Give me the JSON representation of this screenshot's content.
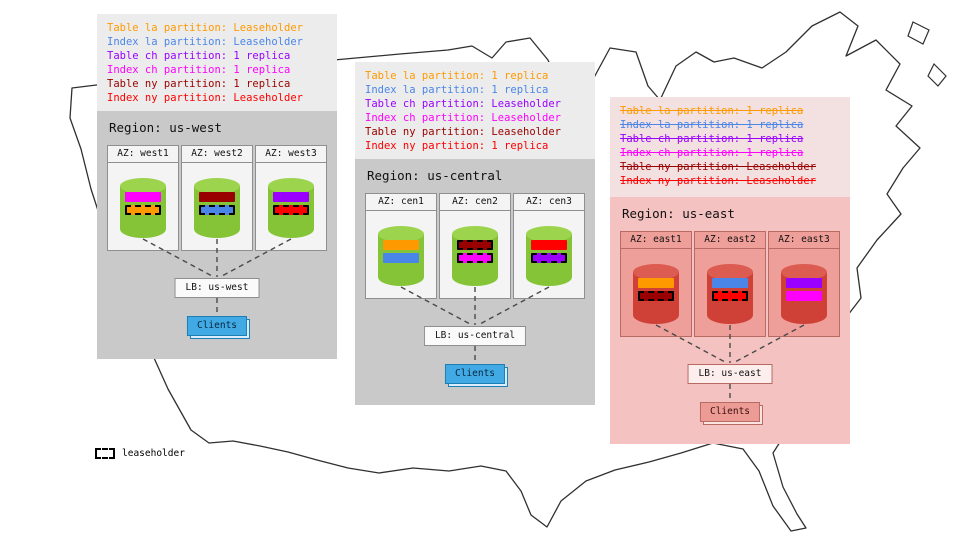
{
  "legend": {
    "label": "leaseholder"
  },
  "colors": {
    "orange": "#ff9900",
    "blue": "#4a86e8",
    "purple": "#9900ff",
    "magenta": "#ff00ff",
    "dark_red": "#990000",
    "red": "#ff0000",
    "gray_region_bg": "#c9c9c9",
    "pink_region_bg": "#f5c2c2",
    "green_cylinder": "#85c436",
    "red_cylinder": "#cf4037",
    "clients_blue": "#41aae4",
    "clients_pink": "#ec9b95"
  },
  "regions": [
    {
      "title": "Region: us-west",
      "annotation": {
        "strikethrough": false,
        "lines": [
          {
            "text": "Table la partition: Leaseholder",
            "color": "#ff9900"
          },
          {
            "text": "Index la partition: Leaseholder",
            "color": "#4a86e8"
          },
          {
            "text": "Table ch partition: 1 replica",
            "color": "#9900ff"
          },
          {
            "text": "Index ch partition: 1 replica",
            "color": "#ff00ff"
          },
          {
            "text": "Table ny partition: 1 replica",
            "color": "#990000"
          },
          {
            "text": "Index ny partition: Leaseholder",
            "color": "#ff0000"
          }
        ]
      },
      "azs": [
        {
          "label": "AZ: west1",
          "bars": [
            {
              "color": "#ff00ff",
              "leaseholder": false
            },
            {
              "color": "#ff9900",
              "leaseholder": true
            }
          ]
        },
        {
          "label": "AZ: west2",
          "bars": [
            {
              "color": "#990000",
              "leaseholder": false
            },
            {
              "color": "#4a86e8",
              "leaseholder": true
            }
          ]
        },
        {
          "label": "AZ: west3",
          "bars": [
            {
              "color": "#9900ff",
              "leaseholder": false
            },
            {
              "color": "#ff0000",
              "leaseholder": true
            }
          ]
        }
      ],
      "lb": "LB: us-west",
      "clients": "Clients"
    },
    {
      "title": "Region: us-central",
      "annotation": {
        "strikethrough": false,
        "lines": [
          {
            "text": "Table la partition: 1 replica",
            "color": "#ff9900"
          },
          {
            "text": "Index la partition: 1 replica",
            "color": "#4a86e8"
          },
          {
            "text": "Table ch partition: Leaseholder",
            "color": "#9900ff"
          },
          {
            "text": "Index ch partition: Leaseholder",
            "color": "#ff00ff"
          },
          {
            "text": "Table ny partition: Leaseholder",
            "color": "#990000"
          },
          {
            "text": "Index ny partition: 1 replica",
            "color": "#ff0000"
          }
        ]
      },
      "azs": [
        {
          "label": "AZ: cen1",
          "bars": [
            {
              "color": "#ff9900",
              "leaseholder": false
            },
            {
              "color": "#4a86e8",
              "leaseholder": false
            }
          ]
        },
        {
          "label": "AZ: cen2",
          "bars": [
            {
              "color": "#990000",
              "leaseholder": true
            },
            {
              "color": "#ff00ff",
              "leaseholder": true
            }
          ]
        },
        {
          "label": "AZ: cen3",
          "bars": [
            {
              "color": "#ff0000",
              "leaseholder": false
            },
            {
              "color": "#9900ff",
              "leaseholder": true
            }
          ]
        }
      ],
      "lb": "LB: us-central",
      "clients": "Clients"
    },
    {
      "title": "Region: us-east",
      "annotation": {
        "strikethrough": true,
        "lines": [
          {
            "text": "Table la partition: 1 replica",
            "color": "#ff9900"
          },
          {
            "text": "Index la partition: 1 replica",
            "color": "#4a86e8"
          },
          {
            "text": "Table ch partition: 1 replica",
            "color": "#9900ff"
          },
          {
            "text": "Index ch partition: 1 replica",
            "color": "#ff00ff"
          },
          {
            "text": "Table ny partition: Leaseholder",
            "color": "#990000"
          },
          {
            "text": "Index ny partition: Leaseholder",
            "color": "#ff0000"
          }
        ]
      },
      "azs": [
        {
          "label": "AZ: east1",
          "bars": [
            {
              "color": "#ff9900",
              "leaseholder": false
            },
            {
              "color": "#990000",
              "leaseholder": true
            }
          ]
        },
        {
          "label": "AZ: east2",
          "bars": [
            {
              "color": "#4a86e8",
              "leaseholder": false
            },
            {
              "color": "#ff0000",
              "leaseholder": true
            }
          ]
        },
        {
          "label": "AZ: east3",
          "bars": [
            {
              "color": "#9900ff",
              "leaseholder": false
            },
            {
              "color": "#ff00ff",
              "leaseholder": false
            }
          ]
        }
      ],
      "lb": "LB: us-east",
      "clients": "Clients"
    }
  ]
}
